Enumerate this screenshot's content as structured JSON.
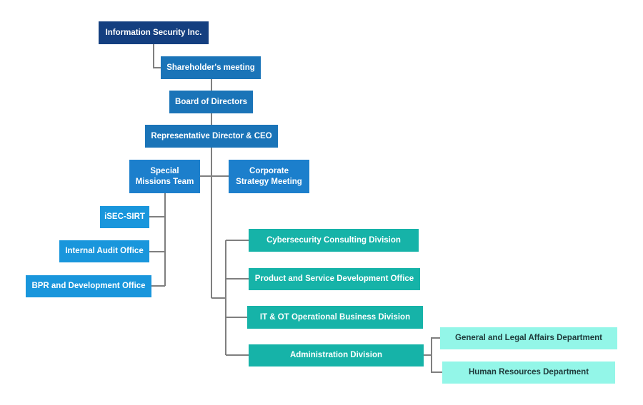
{
  "colors": {
    "connector": "#7f7f7f",
    "top_level": "#143f80",
    "governance": "#1a74b8",
    "committee": "#1c7fcc",
    "staff_office": "#1996dc",
    "division": "#16b3a8",
    "department": "#93f6e8"
  },
  "org": {
    "company": "Information Security Inc.",
    "shareholders": "Shareholder's meeting",
    "board": "Board of Directors",
    "ceo": "Representative Director & CEO",
    "special_missions": "Special\nMissions Team",
    "corporate_strategy": "Corporate\nStrategy Meeting",
    "isec_sirt": "iSEC-SIRT",
    "internal_audit": "Internal Audit Office",
    "bpr_dev": "BPR and Development Office",
    "cyber_consulting": "Cybersecurity Consulting Division",
    "product_service": "Product and Service Development Office",
    "it_ot": "IT & OT Operational Business Division",
    "administration": "Administration Division",
    "general_legal": "General and Legal Affairs Department",
    "hr": "Human Resources Department"
  }
}
